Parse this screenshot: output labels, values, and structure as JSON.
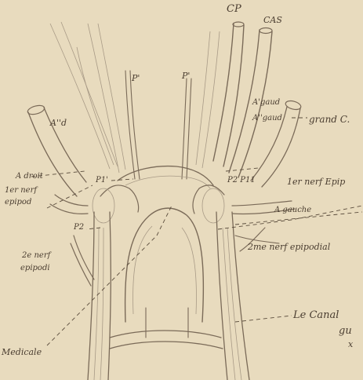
{
  "labels": {
    "cp": "CP",
    "cas": "CAS",
    "p1_left": "P'",
    "p1_right": "P'",
    "a1_gaud_top": "A'gaud",
    "a2_gaud": "A''gaud",
    "grand_c": "grand C.",
    "a_double_prime_left": "A''d",
    "a_droit": "A droit",
    "p1_inner_left": "P1'",
    "p2_p11_right": "P2 P11",
    "first_nerf_left": "1er nerf",
    "epipod_left": "epipod",
    "first_nerf_right": "1er nerf Epip",
    "a_gauche": "A gauche",
    "p2_left": "P2",
    "second_nerf_left": "2e nerf",
    "epipod2_left": "epipodi",
    "second_nerf_right": "2me nerf epipodial",
    "canal": "Le Canal",
    "canal_fragment_1": "gu",
    "canal_fragment_2": "x",
    "bottom_left": "Medicale"
  }
}
